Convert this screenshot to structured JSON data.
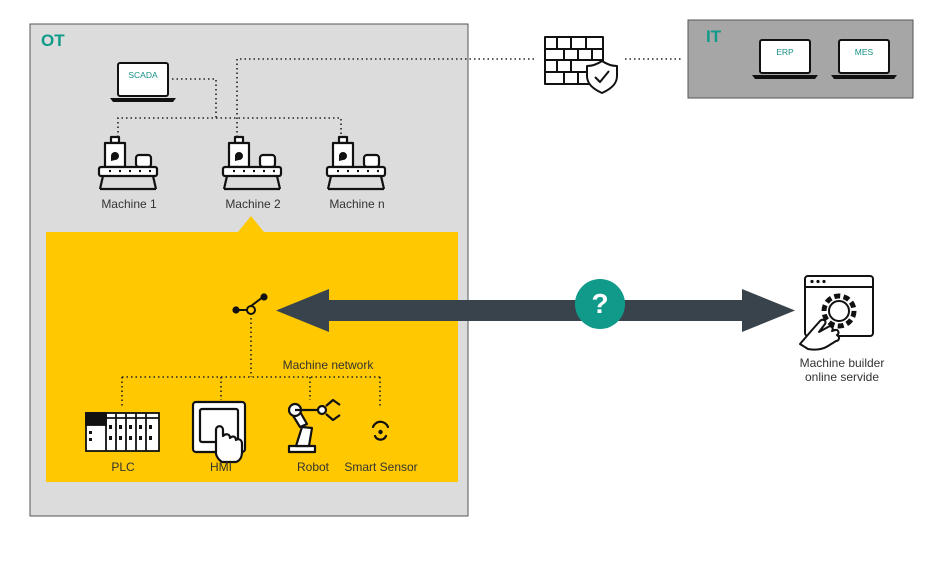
{
  "zones": {
    "ot": {
      "title": "OT"
    },
    "it": {
      "title": "IT"
    }
  },
  "devices": {
    "scada": "SCADA",
    "erp": "ERP",
    "mes": "MES"
  },
  "machines": [
    {
      "label": "Machine 1"
    },
    {
      "label": "Machine 2"
    },
    {
      "label": "Machine n"
    }
  ],
  "machine_network": {
    "label": "Machine network",
    "components": [
      {
        "label": "PLC"
      },
      {
        "label": "HMI"
      },
      {
        "label": "Robot"
      },
      {
        "label": "Smart Sensor"
      }
    ]
  },
  "connection": {
    "symbol": "?"
  },
  "service": {
    "line1": "Machine builder",
    "line2": "online servide"
  },
  "colors": {
    "ot_bg": "#dcdcdc",
    "it_bg": "#a6a6a6",
    "machine_panel": "#ffc800",
    "arrow": "#38434b",
    "accent": "#0f9a8a"
  }
}
